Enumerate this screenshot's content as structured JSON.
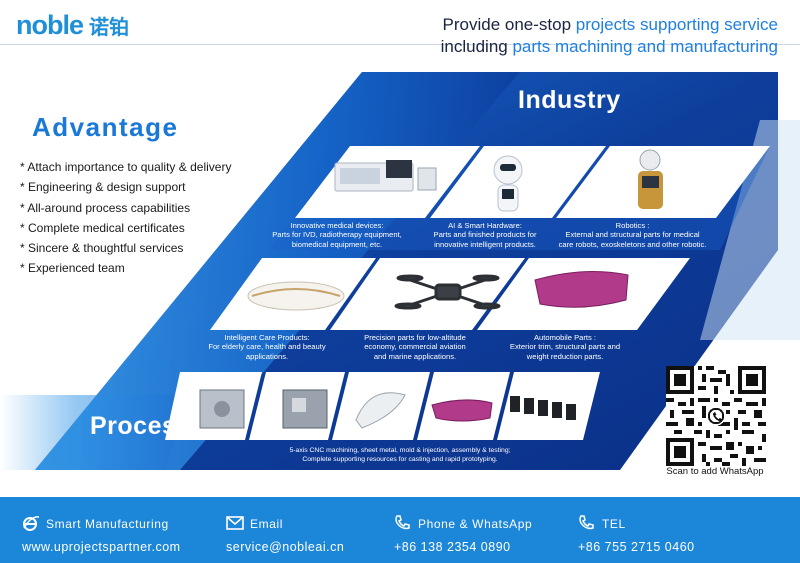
{
  "brand": {
    "name": "noble",
    "name_cn": "诺铂"
  },
  "tagline": {
    "line1_plain": "Provide one-stop ",
    "line1_hl": "projects supporting service",
    "line2_plain": "including ",
    "line2_hl": "parts machining and manufacturing"
  },
  "advantage": {
    "title": "Advantage",
    "items": [
      "* Attach importance to quality & delivery",
      "* Engineering & design support",
      "* All-around process capabilities",
      "* Complete medical certificates",
      "* Sincere & thoughtful services",
      "* Experienced team"
    ]
  },
  "industry": {
    "title": "Industry",
    "cards": [
      {
        "title": "Innovative medical devices:",
        "lines": [
          "Parts for IVD, radiotherapy equipment,",
          "biomedical equipment, etc."
        ]
      },
      {
        "title": "AI & Smart Hardware:",
        "lines": [
          "Parts and finished products for",
          "innovative intelligent products."
        ]
      },
      {
        "title": "Robotics :",
        "lines": [
          "External and structural parts for medical",
          "care robots, exoskeletons and other robotic."
        ]
      },
      {
        "title": "Intelligent Care Products:",
        "lines": [
          "For elderly care, health and beauty",
          "applications."
        ]
      },
      {
        "title": "Precision parts for low-altitude",
        "lines": [
          "economy, commercial aviation",
          "and marine applications."
        ]
      },
      {
        "title": "Automobile Parts :",
        "lines": [
          "Exterior trim, structural parts and",
          "weight reduction parts."
        ]
      }
    ]
  },
  "process": {
    "title": "Process",
    "lines": [
      "5-axis CNC machining, sheet metal, mold & injection, assembly & testing;",
      "Complete supporting resources for casting and rapid prototyping."
    ]
  },
  "qr": {
    "caption": "Scan to add WhatsApp"
  },
  "footer": {
    "website": {
      "label": "Smart Manufacturing",
      "value": "www.uprojectspartner.com"
    },
    "email": {
      "label": "Email",
      "value": "service@nobleai.cn"
    },
    "whatsapp": {
      "label": "Phone & WhatsApp",
      "value": "+86 138 2354 0890"
    },
    "tel": {
      "label": "TEL",
      "value": "+86 755 2715 0460"
    }
  },
  "colors": {
    "primary": "#1c86d9",
    "deep": "#0e3e9c",
    "accent": "#1f7fe0"
  }
}
